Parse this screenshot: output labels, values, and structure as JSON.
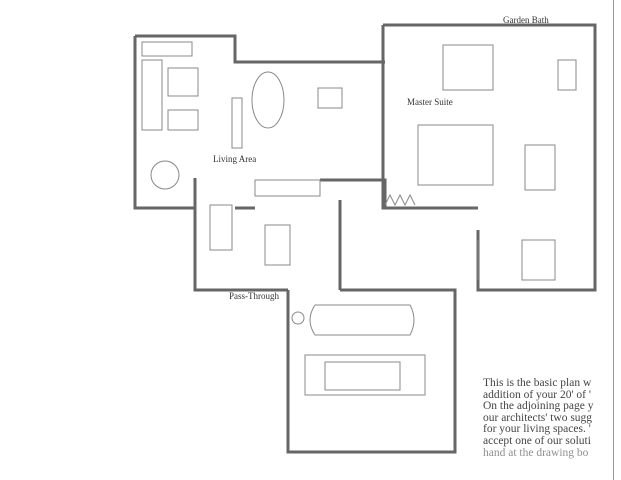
{
  "plan": {
    "rooms": {
      "garden_bath": "Garden Bath",
      "master_suite": "Master Suite",
      "living_area": "Living Area",
      "pass_through": "Pass-Through"
    }
  },
  "description": {
    "lines": [
      "This is the basic plan w",
      "addition of your 20' of '",
      "On the adjoining page y",
      "our architects' two sugg",
      "for your living spaces. '",
      "accept one of our soluti",
      "hand at the drawing bo"
    ]
  },
  "colors": {
    "wall": "#6a6a6a",
    "ink": "#555555"
  }
}
